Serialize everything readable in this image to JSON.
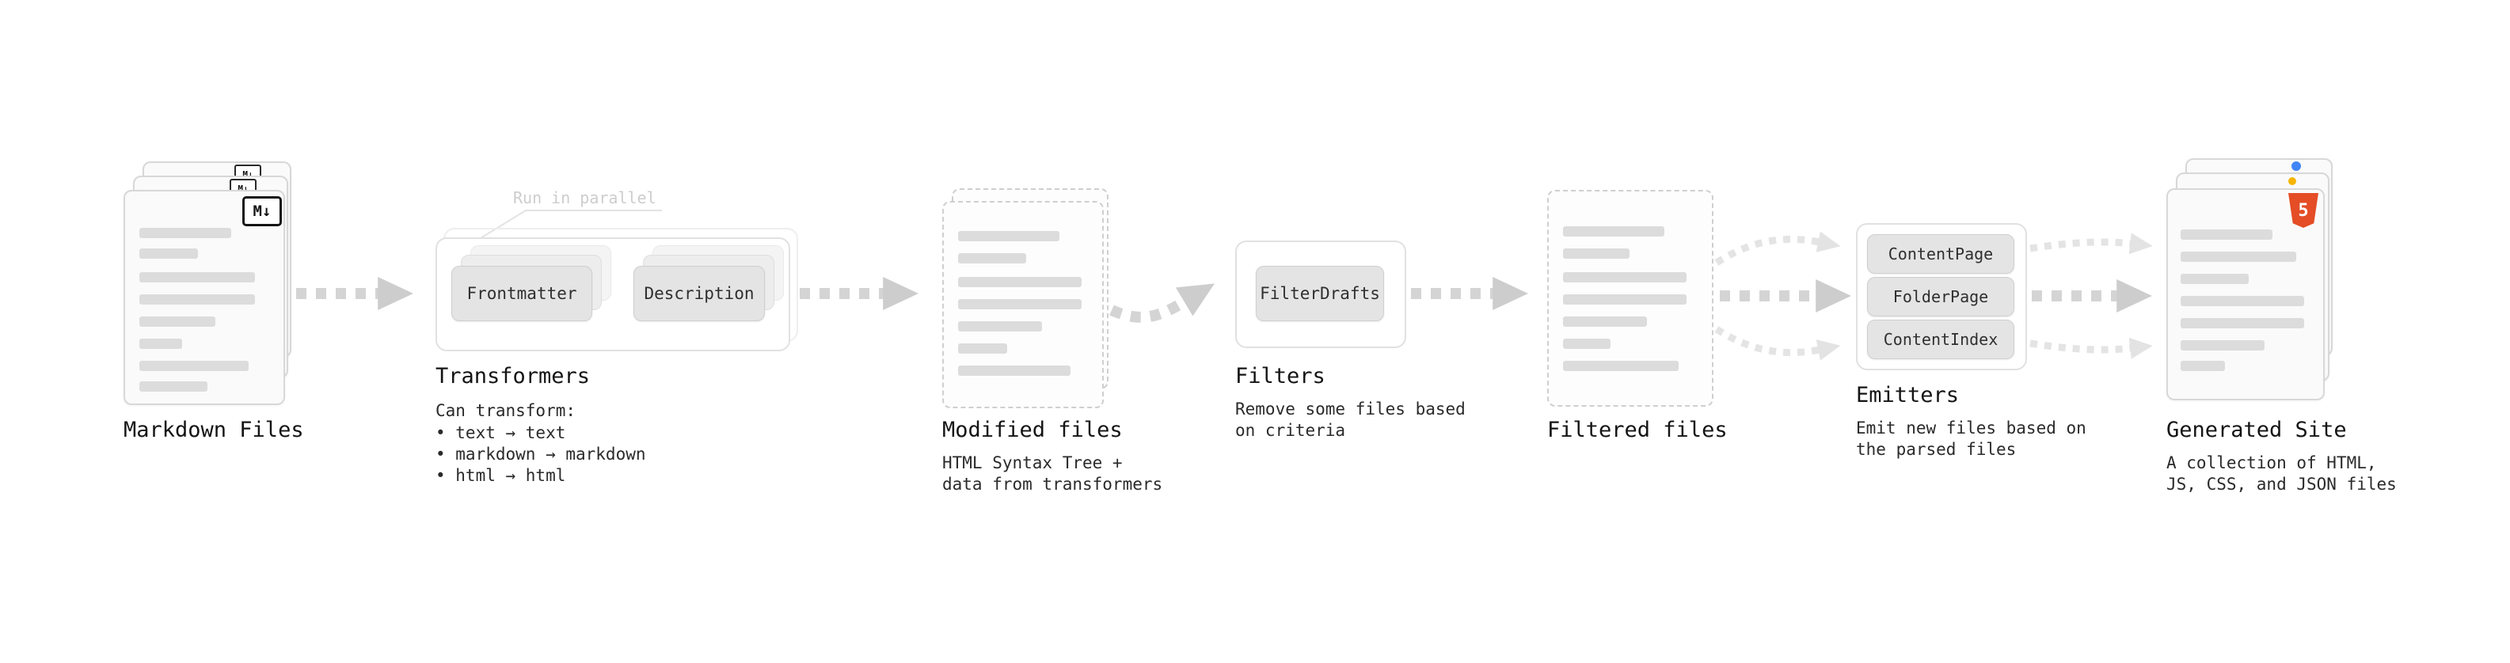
{
  "stages": {
    "markdown_files": {
      "title": "Markdown Files",
      "badge": "M↓",
      "badge_mini": "M↓"
    },
    "transformers": {
      "title": "Transformers",
      "parallel_label": "Run in parallel",
      "box1": "Frontmatter",
      "box2": "Description",
      "desc_line1": "Can transform:",
      "desc_line2": "• text → text",
      "desc_line3": "• markdown → markdown",
      "desc_line4": "• html → html"
    },
    "modified_files": {
      "title": "Modified files",
      "desc_line1": "HTML Syntax Tree +",
      "desc_line2": "data from transformers"
    },
    "filters": {
      "title": "Filters",
      "box1": "FilterDrafts",
      "desc_line1": "Remove some files based",
      "desc_line2": "on criteria"
    },
    "filtered_files": {
      "title": "Filtered files"
    },
    "emitters": {
      "title": "Emitters",
      "box1": "ContentPage",
      "box2": "FolderPage",
      "box3": "ContentIndex",
      "desc_line1": "Emit new files based on",
      "desc_line2": "the parsed files"
    },
    "generated_site": {
      "title": "Generated Site",
      "badge": "5",
      "desc_line1": "A collection of HTML,",
      "desc_line2": "JS, CSS, and JSON files"
    }
  },
  "colors": {
    "arrow_main": "#d4d4d4",
    "arrow_head_main": "#cdcdcd",
    "arrow_light": "#e4e4e4",
    "arrow_head_light": "#e3e3e3",
    "arrow_small": "#c6c6c6",
    "html5_orange": "#e44d26",
    "chip_fill": "#e4e4e4",
    "bar_gray": "#dcdcdc"
  }
}
